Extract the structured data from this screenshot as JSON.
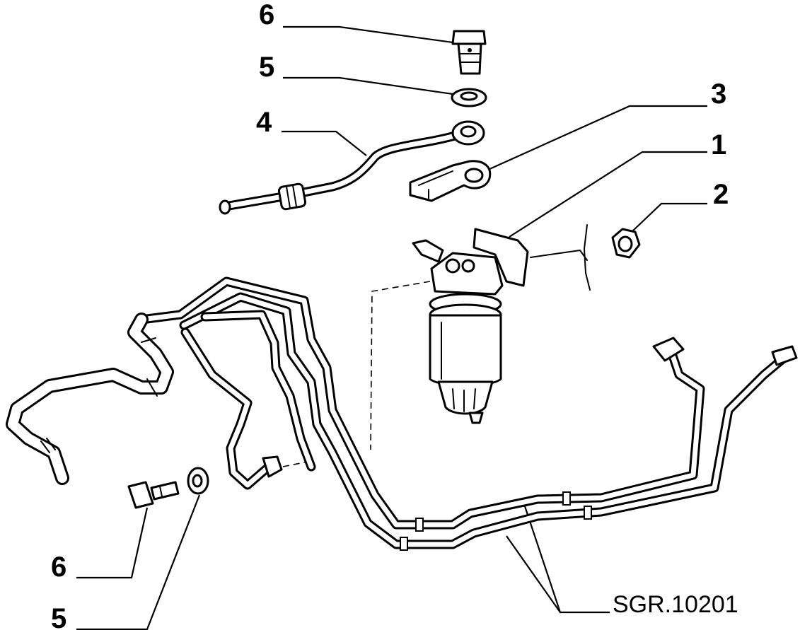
{
  "diagram": {
    "reference_code": "SGR.10201",
    "callouts": {
      "p1": "1",
      "p2": "2",
      "p3": "3",
      "p4": "4",
      "p5_top": "5",
      "p6_top": "6",
      "p5_bottom": "5",
      "p6_bottom": "6"
    }
  }
}
